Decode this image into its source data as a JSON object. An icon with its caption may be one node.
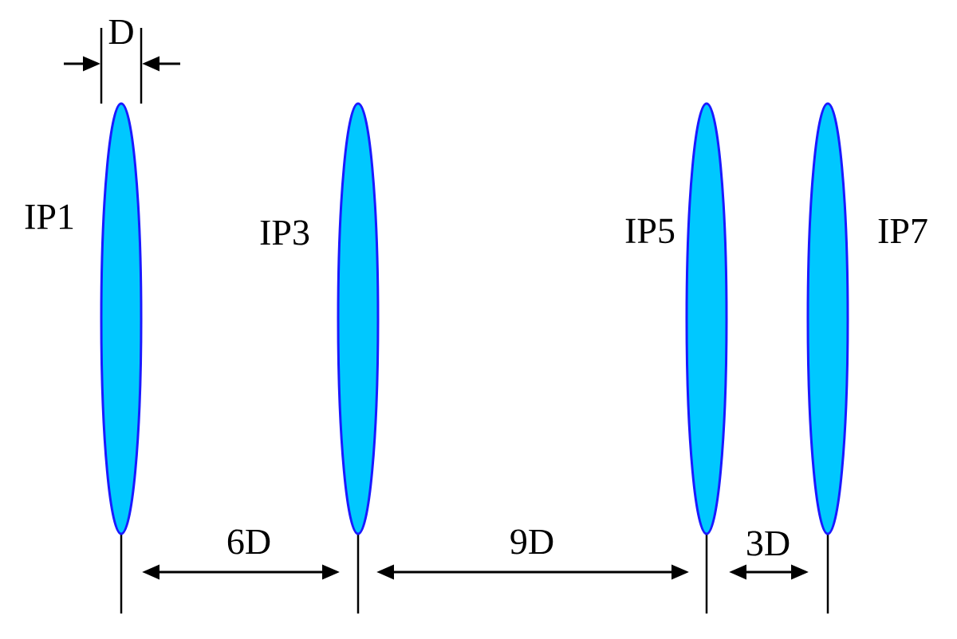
{
  "diagram": {
    "nodes": [
      {
        "text": [],
        "shape": "ellipse",
        "beside": [
          "IP1"
        ]
      },
      {
        "text": [],
        "shape": "ellipse",
        "beside": [
          "IP3"
        ]
      },
      {
        "text": [],
        "shape": "ellipse",
        "beside": [
          "IP5"
        ]
      },
      {
        "text": [],
        "shape": "ellipse",
        "beside": [
          "IP7"
        ]
      }
    ],
    "labels": [
      "D",
      "6D",
      "9D",
      "3D"
    ]
  }
}
